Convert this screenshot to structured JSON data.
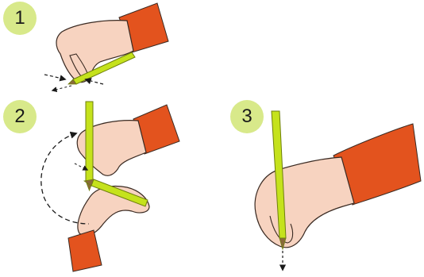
{
  "colors": {
    "badge": "#d8e98a",
    "skin": "#f7d3c0",
    "skin_outline": "#3a2a22",
    "sleeve": "#e3531e",
    "pencil": "#c5e21c",
    "pencil_outline": "#6e7f0c",
    "arrow": "#1a1a1a"
  },
  "steps": [
    {
      "number": "1",
      "description_icon": "pinch-grip-icon"
    },
    {
      "number": "2",
      "description_icon": "flip-pencil-icon"
    },
    {
      "number": "3",
      "description_icon": "tripod-grip-icon"
    }
  ]
}
